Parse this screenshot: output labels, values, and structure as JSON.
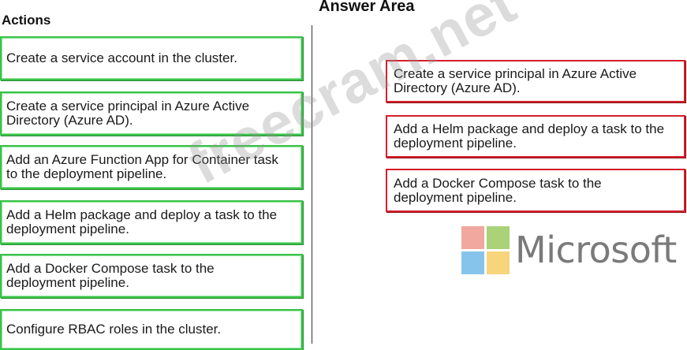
{
  "headings": {
    "actions": "Actions",
    "answer_area": "Answer Area"
  },
  "actions": [
    "Create a service account in the cluster.",
    "Create a service principal in Azure Active Directory (Azure AD).",
    "Add an Azure Function App for Container task to the deployment pipeline.",
    "Add a Helm package and deploy a task to the deployment pipeline.",
    "Add a Docker Compose task to the deployment pipeline.",
    "Configure RBAC roles in the cluster."
  ],
  "answers": [
    "Create a service principal in Azure Active Directory (Azure AD).",
    "Add a Helm package and deploy a task to the deployment pipeline.",
    "Add a Docker Compose task to the deployment pipeline."
  ],
  "watermark": "freecram.net",
  "logo": {
    "wordmark": "Microsoft",
    "colors": [
      "#f25022",
      "#7fba00",
      "#00a4ef",
      "#ffb900"
    ]
  }
}
